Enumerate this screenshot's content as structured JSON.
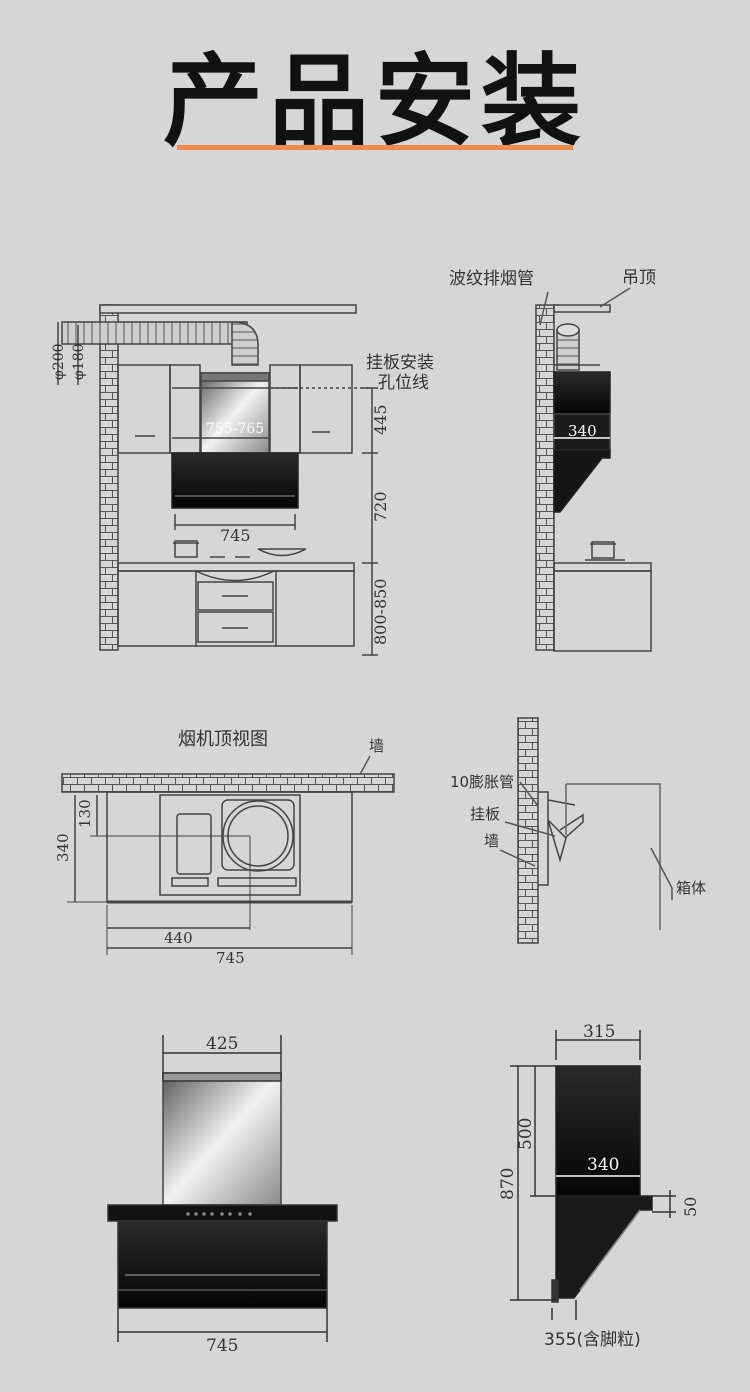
{
  "title": "产品安装",
  "colors": {
    "background": "#d6d6d6",
    "accent": "#f08a4b",
    "hood": "#1a1a1a"
  },
  "front_view": {
    "dia_200": "φ200",
    "dia_180": "φ180",
    "mount_line_label_1": "挂板安装",
    "mount_line_label_2": "孔位线",
    "dim_445": "445",
    "dim_755_765": "755-765",
    "dim_720": "720",
    "dim_745": "745",
    "dim_800_850": "800-850"
  },
  "side_view": {
    "duct_label": "波纹排烟管",
    "ceiling_label": "吊顶",
    "dim_340": "340"
  },
  "top_view": {
    "heading": "烟机顶视图",
    "wall_label": "墙",
    "dim_130": "130",
    "dim_340": "340",
    "dim_440": "440",
    "dim_745": "745"
  },
  "mount_detail": {
    "anchor_label": "10膨胀管",
    "plate_label": "挂板",
    "wall_label": "墙",
    "body_label": "箱体"
  },
  "product_front": {
    "dim_425": "425",
    "dim_745": "745"
  },
  "product_side": {
    "dim_315": "315",
    "dim_500": "500",
    "dim_340": "340",
    "dim_870": "870",
    "dim_50": "50",
    "dim_355": "355(含脚粒)"
  }
}
